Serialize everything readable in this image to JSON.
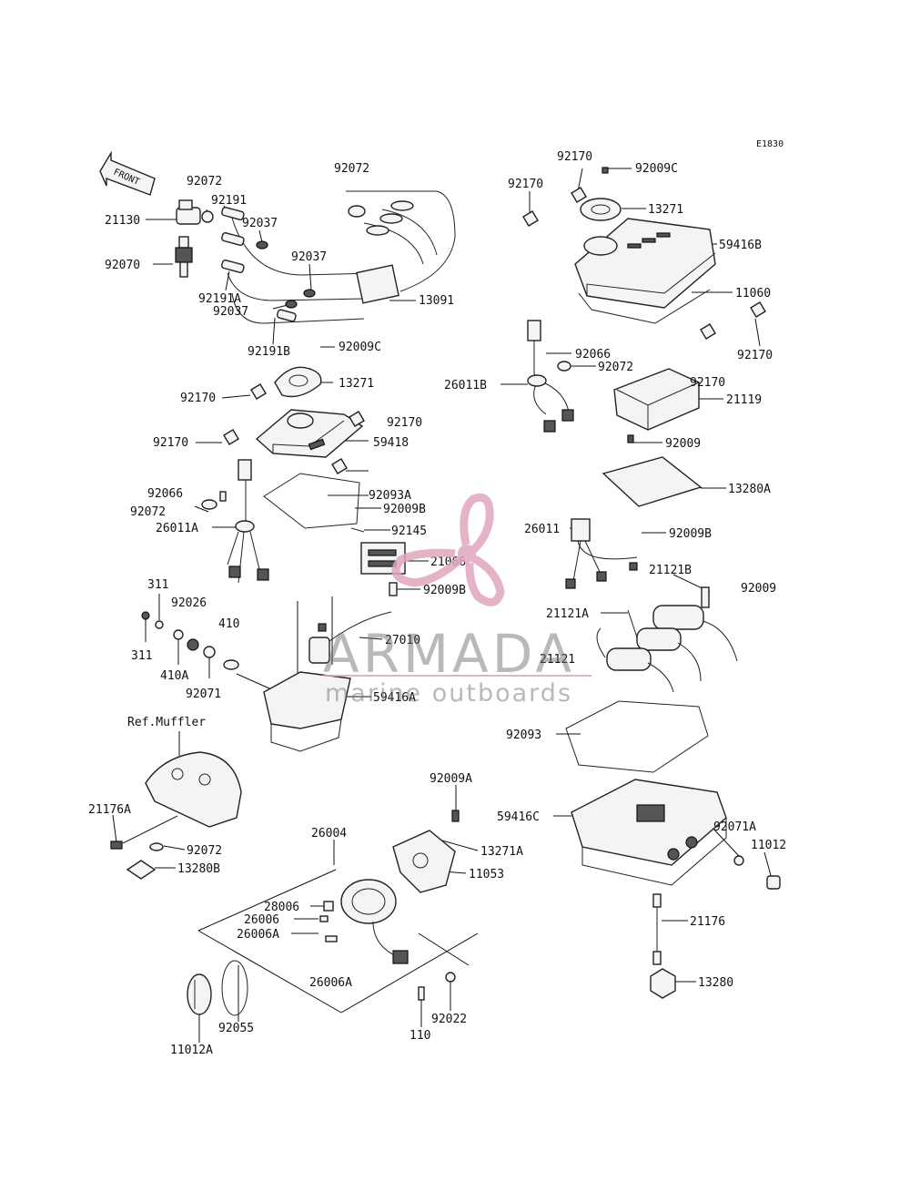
{
  "diagram": {
    "ref_code": "E1830",
    "front_arrow_text": "FRONT",
    "ref_muffler": "Ref.Muffler",
    "labels": [
      "92072",
      "21130",
      "92191",
      "92037",
      "92070",
      "92191A",
      "92037",
      "92037",
      "13091",
      "92191B",
      "92009C",
      "13271",
      "92170",
      "92170",
      "59418",
      "92170",
      "92066",
      "92072",
      "92093A",
      "92009B",
      "92145",
      "26011A",
      "21066",
      "92009B",
      "311",
      "92026",
      "410",
      "311",
      "410A",
      "92071",
      "27010",
      "59416A",
      "92072",
      "92009C",
      "92170",
      "92170",
      "13271",
      "59416B",
      "11060",
      "92170",
      "92066",
      "92072",
      "26011B",
      "92170",
      "21119",
      "92009",
      "13280A",
      "26011",
      "92009B",
      "21121B",
      "92009",
      "21121A",
      "21121",
      "92093",
      "59416C",
      "92071A",
      "11012",
      "21176",
      "13280",
      "92009A",
      "26004",
      "13271A",
      "11053",
      "28006",
      "26006",
      "26006A",
      "26006A",
      "110",
      "92022",
      "11012A",
      "92055",
      "21176A",
      "92072",
      "13280B"
    ]
  },
  "watermark": {
    "brand": "ARMADA",
    "tagline": "marine outboards",
    "color": "#e0a6bf"
  }
}
